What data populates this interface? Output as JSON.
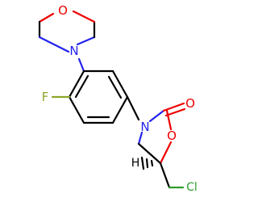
{
  "colors": {
    "carbon": "#000000",
    "nitrogen": "#2222ee",
    "oxygen": "#ee0000",
    "fluorine": "#8da62a",
    "chlorine": "#2e9c2e"
  },
  "atoms": {
    "morpholine_oxygen": "O",
    "morpholine_nitrogen": "N",
    "fluorine": "F",
    "oxazolidinone_nitrogen": "N",
    "carbonyl_oxygen": "O",
    "ring_oxygen": "O",
    "stereo_hydrogen": "H",
    "chlorine": "Cl"
  }
}
